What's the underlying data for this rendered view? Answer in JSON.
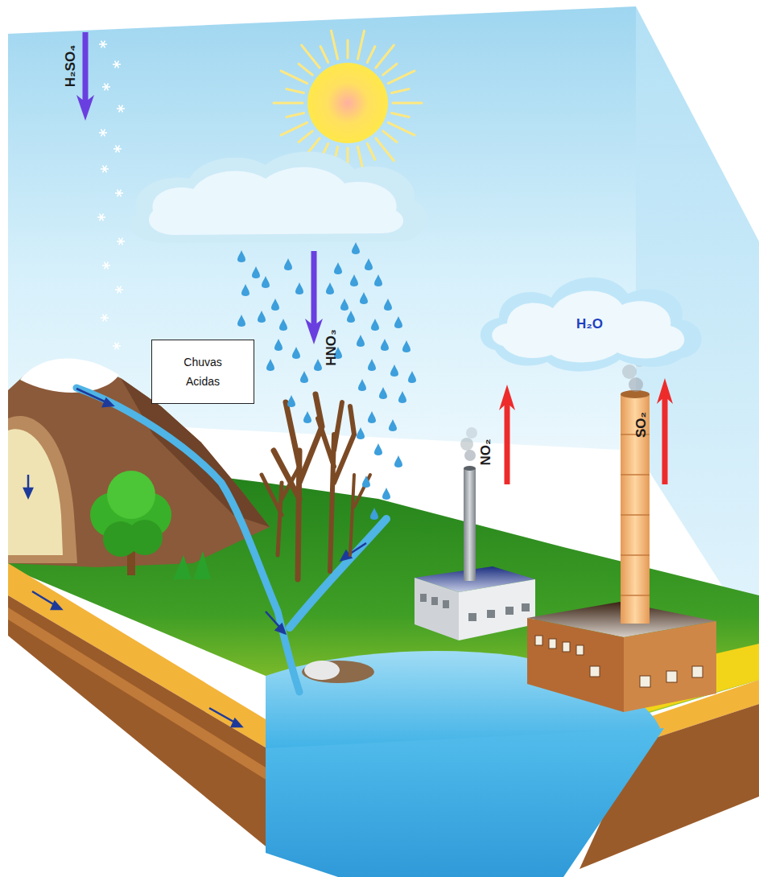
{
  "diagram": {
    "nodes": [
      {
        "text": [
          "Chuvas Acidas"
        ]
      },
      {
        "text": [
          "H₂O"
        ]
      }
    ],
    "labels": [
      "H₂SO₄",
      "HNO₃",
      "NO₂",
      "SO₂"
    ]
  }
}
